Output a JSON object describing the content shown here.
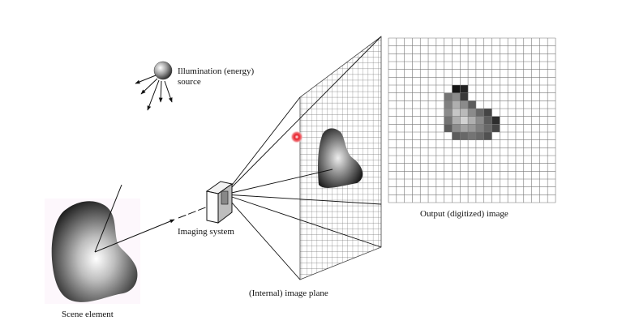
{
  "labels": {
    "illumination_line1": "Illumination (energy)",
    "illumination_line2": "source",
    "imaging_system": "Imaging system",
    "internal_image_plane": "(Internal) image plane",
    "output_image": "Output (digitized) image",
    "scene_element": "Scene element"
  },
  "digitized_grid": {
    "columns": 21,
    "rows": 21,
    "pixels": [
      {
        "r": 6,
        "c": 8,
        "v": 0.05
      },
      {
        "r": 6,
        "c": 9,
        "v": 0.1
      },
      {
        "r": 7,
        "c": 7,
        "v": 0.45
      },
      {
        "r": 7,
        "c": 8,
        "v": 0.55
      },
      {
        "r": 7,
        "c": 9,
        "v": 0.2
      },
      {
        "r": 8,
        "c": 7,
        "v": 0.5
      },
      {
        "r": 8,
        "c": 8,
        "v": 0.7
      },
      {
        "r": 8,
        "c": 9,
        "v": 0.55
      },
      {
        "r": 8,
        "c": 10,
        "v": 0.35
      },
      {
        "r": 9,
        "c": 7,
        "v": 0.55
      },
      {
        "r": 9,
        "c": 8,
        "v": 0.8
      },
      {
        "r": 9,
        "c": 9,
        "v": 0.75
      },
      {
        "r": 9,
        "c": 10,
        "v": 0.55
      },
      {
        "r": 9,
        "c": 11,
        "v": 0.4
      },
      {
        "r": 9,
        "c": 12,
        "v": 0.25
      },
      {
        "r": 10,
        "c": 7,
        "v": 0.45
      },
      {
        "r": 10,
        "c": 8,
        "v": 0.7
      },
      {
        "r": 10,
        "c": 9,
        "v": 0.85
      },
      {
        "r": 10,
        "c": 10,
        "v": 0.7
      },
      {
        "r": 10,
        "c": 11,
        "v": 0.55
      },
      {
        "r": 10,
        "c": 12,
        "v": 0.35
      },
      {
        "r": 10,
        "c": 13,
        "v": 0.15
      },
      {
        "r": 11,
        "c": 7,
        "v": 0.35
      },
      {
        "r": 11,
        "c": 8,
        "v": 0.55
      },
      {
        "r": 11,
        "c": 9,
        "v": 0.65
      },
      {
        "r": 11,
        "c": 10,
        "v": 0.6
      },
      {
        "r": 11,
        "c": 11,
        "v": 0.5
      },
      {
        "r": 11,
        "c": 12,
        "v": 0.4
      },
      {
        "r": 11,
        "c": 13,
        "v": 0.25
      },
      {
        "r": 12,
        "c": 8,
        "v": 0.35
      },
      {
        "r": 12,
        "c": 9,
        "v": 0.4
      },
      {
        "r": 12,
        "c": 10,
        "v": 0.45
      },
      {
        "r": 12,
        "c": 11,
        "v": 0.4
      },
      {
        "r": 12,
        "c": 12,
        "v": 0.3
      }
    ]
  },
  "colors": {
    "ink": "#111111",
    "grid_line": "#777777",
    "red_marker": "#e8202a"
  }
}
